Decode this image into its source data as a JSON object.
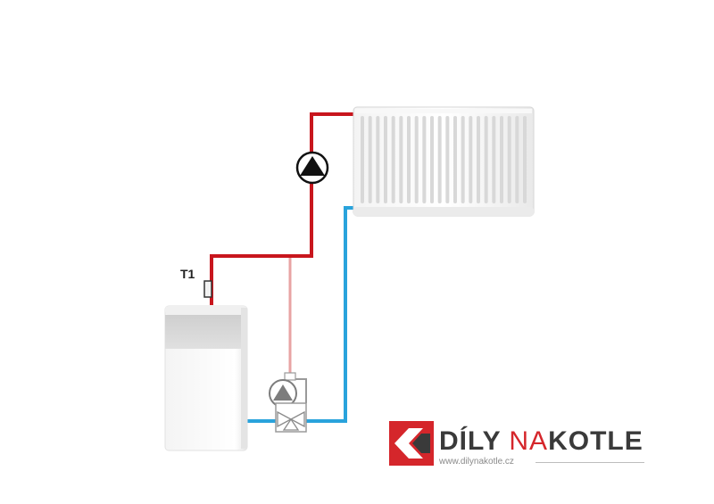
{
  "labels": {
    "sensor": "T1"
  },
  "logo": {
    "word1": "DÍLY",
    "word2": "NA",
    "word3": "KOTLE",
    "url": "www.dilynakotle.cz"
  },
  "colors": {
    "supply": "#c8161d",
    "return": "#29a3dc",
    "bypass": "#e8a3a3",
    "pump": "#111111",
    "brand_red": "#d5262b",
    "brand_gray": "#3a3a3a"
  },
  "icons": {
    "boiler": "boiler-unit-icon",
    "radiator": "panel-radiator-icon",
    "pump": "circulation-pump-icon",
    "bypass_pump": "bypass-pump-icon",
    "valve": "three-way-valve-icon",
    "sensor": "temperature-sensor-icon",
    "logo": "dily-na-kotle-logo-icon"
  }
}
